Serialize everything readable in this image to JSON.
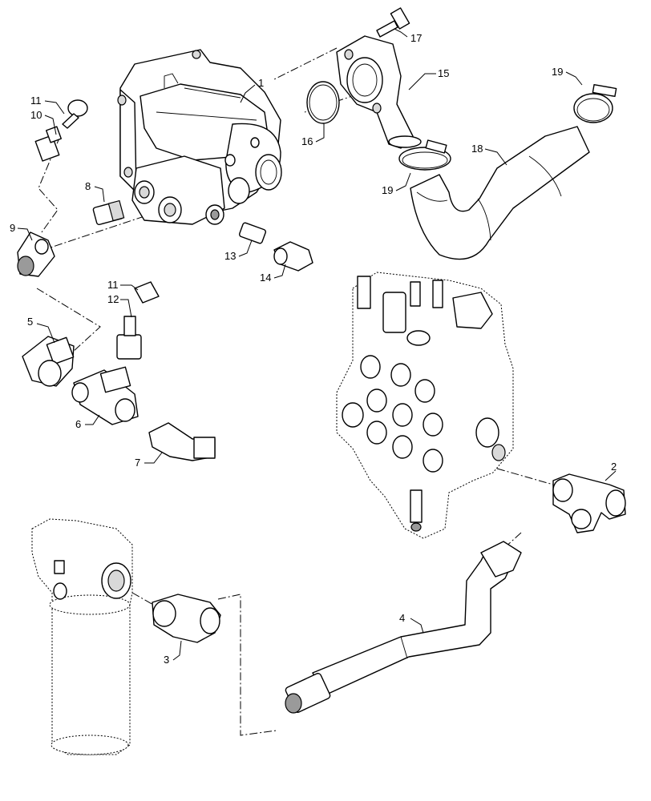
{
  "callouts": {
    "c1": "1",
    "c2": "2",
    "c3": "3",
    "c4": "4",
    "c5": "5",
    "c6": "6",
    "c7": "7",
    "c8": "8",
    "c9": "9",
    "c10": "10",
    "c11a": "11",
    "c11b": "11",
    "c12": "12",
    "c13": "13",
    "c14": "14",
    "c15": "15",
    "c16": "16",
    "c17": "17",
    "c18": "18",
    "c19a": "19",
    "c19b": "19"
  }
}
